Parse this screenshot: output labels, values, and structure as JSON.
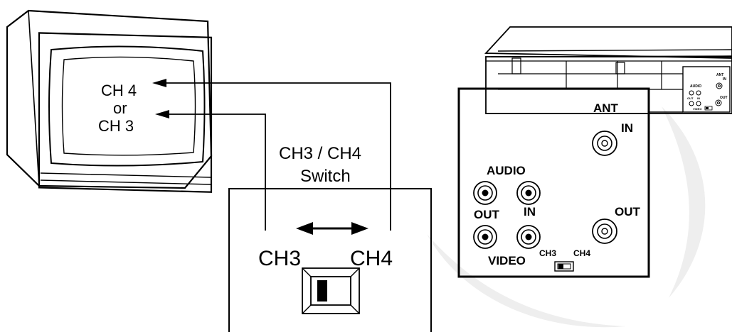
{
  "tv": {
    "line_ch4": "CH 4",
    "line_or": "or",
    "line_ch3": "CH 3"
  },
  "switch_callout": {
    "title_line1": "CH3 / CH4",
    "title_line2": "Switch",
    "left_label": "CH3",
    "right_label": "CH4"
  },
  "vcr_panel": {
    "ant_label": "ANT",
    "in_label": "IN",
    "out_label": "OUT",
    "audio_label": "AUDIO",
    "audio_out_label": "OUT",
    "audio_in_label": "IN",
    "video_label": "VIDEO",
    "switch_ch3": "CH3",
    "switch_ch4": "CH4"
  },
  "vcr_mini_panel": {
    "ant": "ANT",
    "in": "IN",
    "out": "OUT",
    "audio": "AUDIO",
    "out_small": "OUT",
    "in_small": "IN",
    "video": "VIDEO"
  },
  "colors": {
    "line": "#000000",
    "watermark": "#eeeeee",
    "background": "#ffffff"
  }
}
